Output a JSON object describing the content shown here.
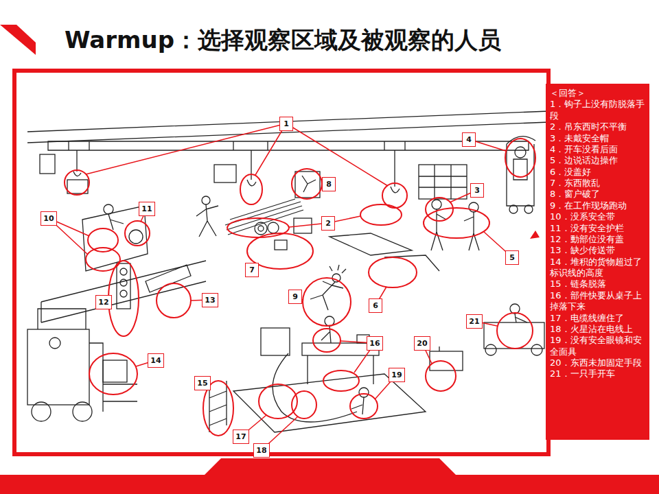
{
  "diagram": {
    "title": "Warmup：选择观察区域及被观察的人员",
    "nodes": [
      {
        "text": [
          "1"
        ]
      },
      {
        "text": [
          "2"
        ]
      },
      {
        "text": [
          "3"
        ]
      },
      {
        "text": [
          "4"
        ]
      },
      {
        "text": [
          "5"
        ]
      },
      {
        "text": [
          "6"
        ]
      },
      {
        "text": [
          "7"
        ]
      },
      {
        "text": [
          "8"
        ]
      },
      {
        "text": [
          "9"
        ]
      },
      {
        "text": [
          "10"
        ]
      },
      {
        "text": [
          "11"
        ]
      },
      {
        "text": [
          "12"
        ]
      },
      {
        "text": [
          "13"
        ]
      },
      {
        "text": [
          "14"
        ]
      },
      {
        "text": [
          "15"
        ]
      },
      {
        "text": [
          "16"
        ]
      },
      {
        "text": [
          "17"
        ]
      },
      {
        "text": [
          "18"
        ]
      },
      {
        "text": [
          "19"
        ]
      },
      {
        "text": [
          "20"
        ]
      },
      {
        "text": [
          "21"
        ]
      },
      {
        "text": [
          "＜回答＞",
          "1．钩子上没有防脱落手段",
          "2．吊东西时不平衡",
          "3．未戴安全帽",
          "4．开车没看后面",
          "5．边说话边操作",
          "6．没盖好",
          "7．东西散乱",
          "8．窗户破了",
          "9．在工作现场跑动",
          "10．没系安全带",
          "11．没有安全护栏",
          "12．動部位没有盖",
          "13．缺少传送带",
          "14．堆积的货物超过了标识线的高度",
          "15．链条脱落",
          "16．部件快要从桌子上掉落下来",
          "17．电缆线缠住了",
          "18．火星沾在电线上",
          "19．没有安全眼镜和安全面具",
          "20．东西未加固定手段",
          "21．一只手开车"
        ]
      }
    ]
  }
}
